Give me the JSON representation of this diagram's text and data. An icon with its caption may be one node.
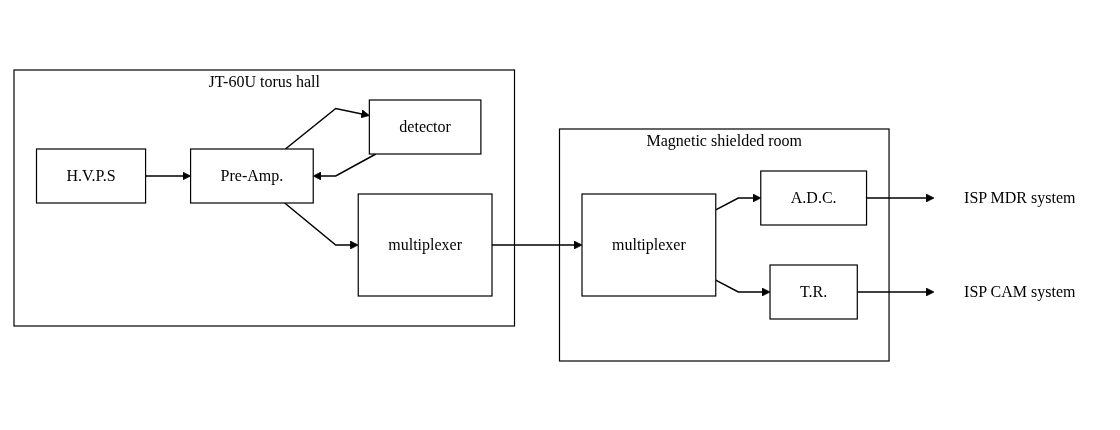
{
  "diagram": {
    "nodes": [
      {
        "text": [
          "JT-60U torus hall"
        ]
      },
      {
        "text": [
          "H.V.P.S"
        ],
        "in": 0
      },
      {
        "text": [
          "detector"
        ],
        "in": 0
      },
      {
        "text": [
          "Pre-Amp."
        ],
        "in": 0
      },
      {
        "text": [
          "multiplexer"
        ],
        "in": 0
      },
      {
        "text": [
          "Magnetic shielded room"
        ]
      },
      {
        "text": [
          "multiplexer"
        ],
        "in": 5
      },
      {
        "text": [
          "A.D.C."
        ],
        "in": 5
      },
      {
        "text": [
          "T.R."
        ],
        "in": 5
      },
      {
        "text": [
          "ISP MDR system"
        ]
      },
      {
        "text": [
          "ISP CAM system"
        ]
      }
    ],
    "edges": [
      {
        "from": 1,
        "to": 3,
        "arrow": "to"
      },
      {
        "from": 3,
        "to": 2,
        "arrow": "to"
      },
      {
        "from": 2,
        "to": 3,
        "arrow": "to"
      },
      {
        "from": 3,
        "to": 4,
        "arrow": "to"
      },
      {
        "from": 4,
        "to": 6,
        "arrow": "to"
      },
      {
        "from": 6,
        "to": 7,
        "arrow": "to"
      },
      {
        "from": 6,
        "to": 8,
        "arrow": "to"
      },
      {
        "from": 7,
        "to": 9,
        "arrow": "to"
      },
      {
        "from": 8,
        "to": 10,
        "arrow": "to"
      }
    ]
  }
}
